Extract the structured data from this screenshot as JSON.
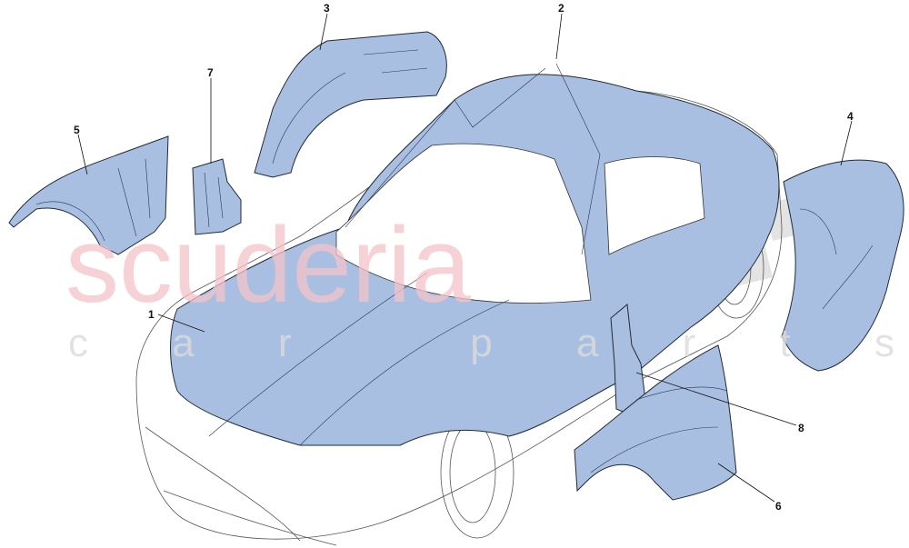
{
  "diagram": {
    "watermark": {
      "brand": "scuderia",
      "sub": "c a r   p a r t s"
    },
    "fill_color": "#a9bfe2",
    "watermark_color": "#f4c3c9",
    "callouts": [
      {
        "label": "1"
      },
      {
        "label": "2"
      },
      {
        "label": "3"
      },
      {
        "label": "4"
      },
      {
        "label": "5"
      },
      {
        "label": "6"
      },
      {
        "label": "7"
      },
      {
        "label": "8"
      }
    ]
  }
}
